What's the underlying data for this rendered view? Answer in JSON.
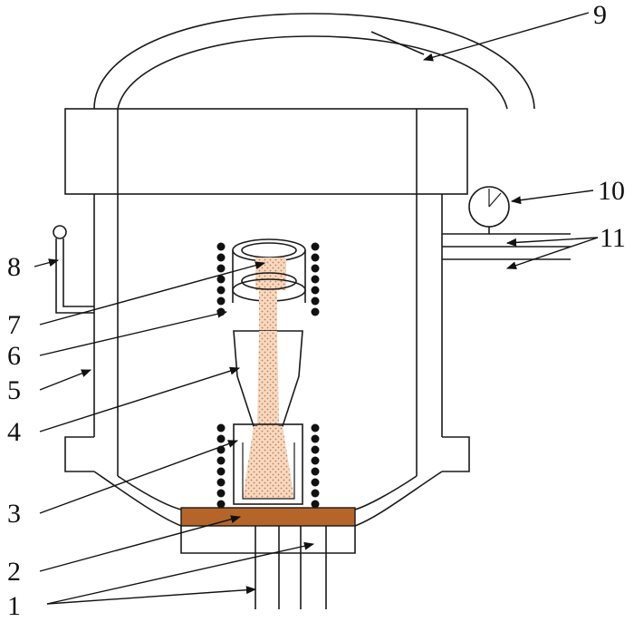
{
  "colors": {
    "line": "#1a1a1a",
    "plate": "#b5652a",
    "melt_fill": "#f3c9a8",
    "coil": "#111111"
  },
  "labels": {
    "l1": "1",
    "l2": "2",
    "l3": "3",
    "l4": "4",
    "l5": "5",
    "l6": "6",
    "l7": "7",
    "l8": "8",
    "l9": "9",
    "l10": "10",
    "l11": "11"
  }
}
